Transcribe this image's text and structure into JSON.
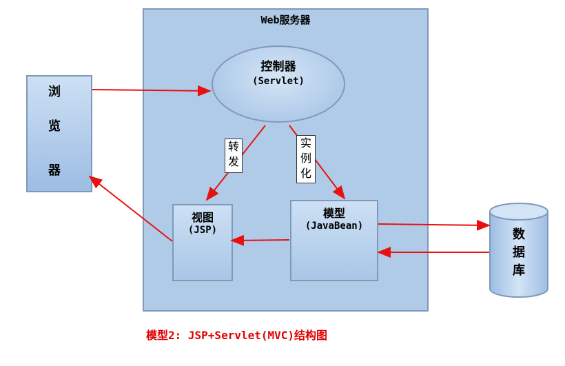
{
  "server": {
    "title": "Web服务器"
  },
  "browser": {
    "chars": [
      "浏",
      "览",
      "器"
    ]
  },
  "controller": {
    "title": "控制器",
    "subtitle": "(Servlet)"
  },
  "view": {
    "title": "视图",
    "subtitle": "(JSP)"
  },
  "model": {
    "title": "模型",
    "subtitle": "(JavaBean)"
  },
  "database": {
    "chars": [
      "数",
      "据",
      "库"
    ]
  },
  "notes": {
    "forward": [
      "转",
      "发"
    ],
    "instantiate": [
      "实",
      "例",
      "化"
    ]
  },
  "caption": "模型2: JSP+Servlet(MVC)结构图",
  "colors": {
    "arrow": "#e81010",
    "caption": "#e00000",
    "box_fill": "#b0cbe8",
    "border": "#7e99b9"
  }
}
